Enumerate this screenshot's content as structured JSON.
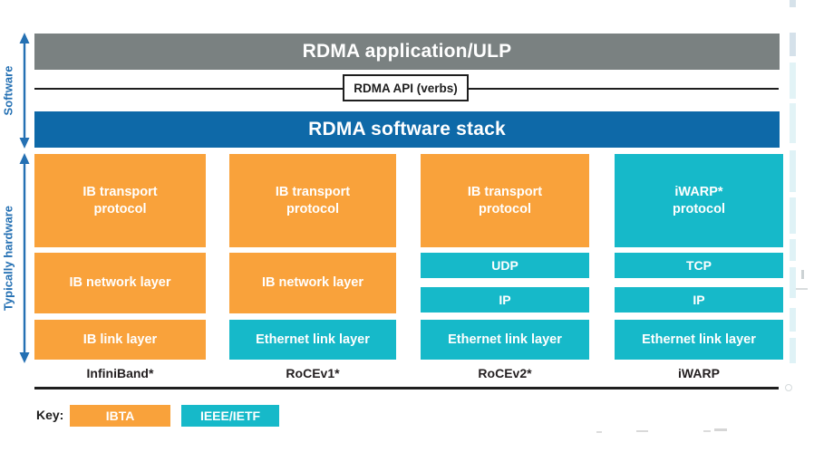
{
  "diagram": {
    "app_bar": {
      "label": "RDMA application/ULP"
    },
    "api_box": {
      "label": "RDMA API (verbs)"
    },
    "stack_bar": {
      "label": "RDMA software stack"
    },
    "side": {
      "software": "Software",
      "hardware": "Typically hardware"
    },
    "columns": [
      {
        "label": "InfiniBand*",
        "boxes": [
          {
            "text": "IB transport\nprotocol"
          },
          {
            "text": "IB network layer"
          },
          {
            "text": "IB link layer"
          }
        ]
      },
      {
        "label": "RoCEv1*",
        "boxes": [
          {
            "text": "IB transport\nprotocol"
          },
          {
            "text": "IB network layer"
          },
          {
            "text": "Ethernet link layer"
          }
        ]
      },
      {
        "label": "RoCEv2*",
        "boxes": [
          {
            "text": "IB transport\nprotocol"
          },
          {
            "text": "UDP"
          },
          {
            "text": "IP"
          },
          {
            "text": "Ethernet link layer"
          }
        ]
      },
      {
        "label": "iWARP",
        "boxes": [
          {
            "text": "iWARP*\nprotocol"
          },
          {
            "text": "TCP"
          },
          {
            "text": "IP"
          },
          {
            "text": "Ethernet link layer"
          }
        ]
      }
    ],
    "key": {
      "label": "Key:",
      "items": [
        {
          "text": "IBTA"
        },
        {
          "text": "IEEE/IETF"
        }
      ]
    },
    "colors": {
      "ibta_orange": "#F9A23B",
      "ietf_teal": "#16B9C9",
      "app_bar_gray": "#7A8181",
      "stack_bar_blue": "#0E69A8",
      "arrow_blue": "#2470B3"
    }
  }
}
